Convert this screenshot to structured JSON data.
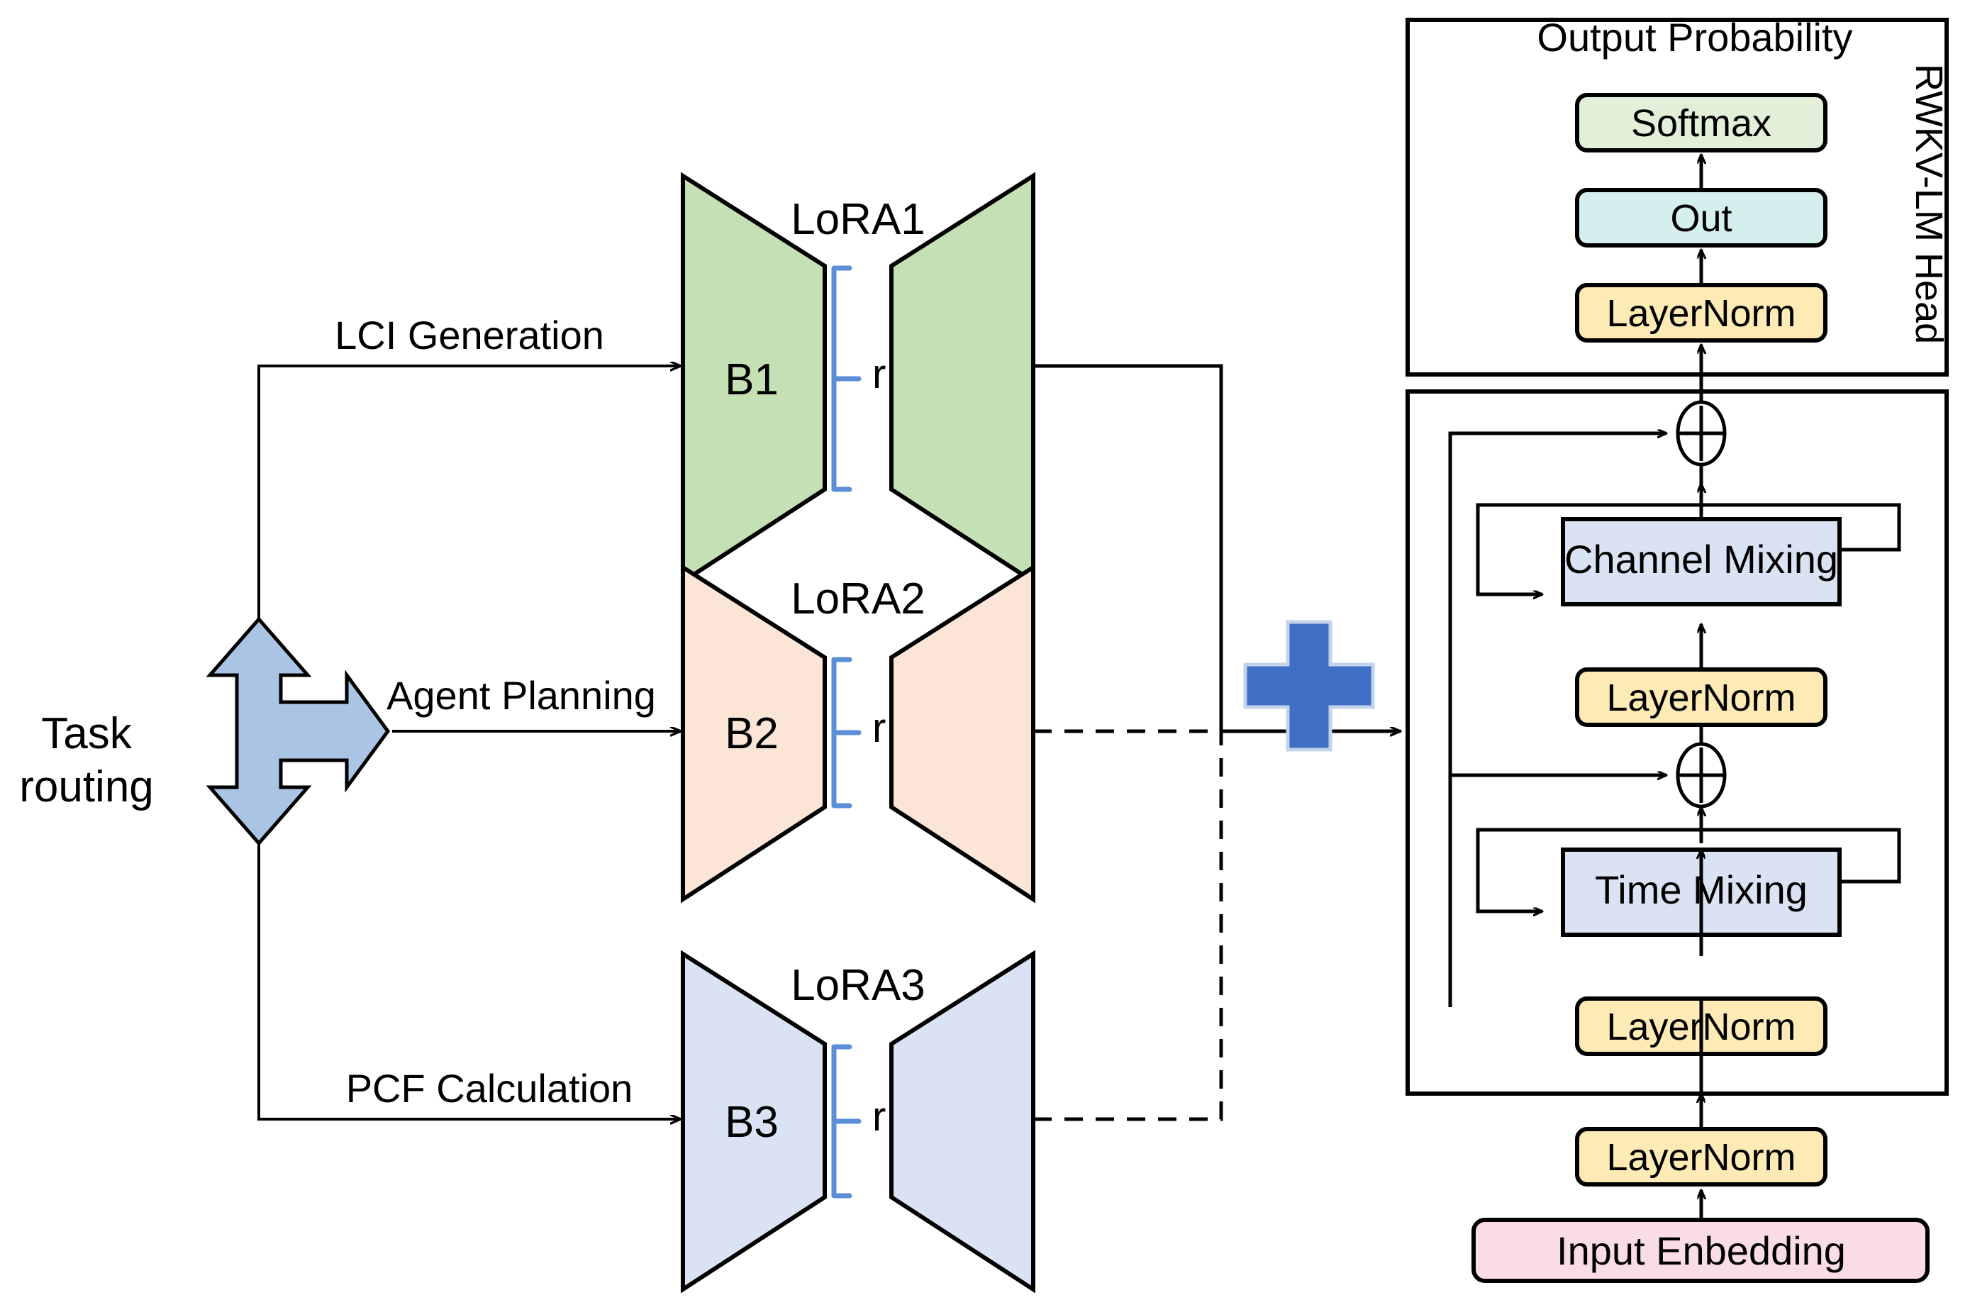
{
  "diagram": {
    "title_text_visible": false,
    "left_section": {
      "router": {
        "label_line1": "Task",
        "label_line2": "routing",
        "icon": "three-way-arrow",
        "fill": "#aac4e4",
        "stroke": "#000000"
      },
      "routes": [
        {
          "id": "route-1",
          "label": "LCI Generation"
        },
        {
          "id": "route-2",
          "label": "Agent Planning"
        },
        {
          "id": "route-3",
          "label": "PCF Calculation"
        }
      ],
      "lora_modules": [
        {
          "id": "lora1",
          "title": "LoRA1",
          "down_label": "B1",
          "rank_label": "r",
          "fill": "#c5e0b4",
          "stroke": "#000000",
          "bracket_color": "#5b8ed6"
        },
        {
          "id": "lora2",
          "title": "LoRA2",
          "down_label": "B2",
          "rank_label": "r",
          "fill": "#fbe5d6",
          "stroke": "#000000",
          "bracket_color": "#5b8ed6"
        },
        {
          "id": "lora3",
          "title": "LoRA3",
          "down_label": "B3",
          "rank_label": "r",
          "fill": "#dae3f3",
          "stroke": "#000000",
          "bracket_color": "#5b8ed6"
        }
      ]
    },
    "merge": {
      "icon": "plus-icon",
      "symbol": "+",
      "fill": "#3f6fc4",
      "stroke": "#c4d3ec"
    },
    "right_section": {
      "head_panel": {
        "caption": "Output Probability",
        "side_label": "RWKV-LM Head",
        "blocks": [
          {
            "id": "softmax",
            "label": "Softmax",
            "fill": "#e2efd9"
          },
          {
            "id": "out",
            "label": "Out",
            "fill": "#d5efee"
          },
          {
            "id": "head-layernorm",
            "label": "LayerNorm",
            "fill": "#fdeab4"
          }
        ]
      },
      "body_panel": {
        "blocks": [
          {
            "id": "channel-mixing",
            "label": "Channel Mixing",
            "fill": "#dae3f3"
          },
          {
            "id": "cm-layernorm",
            "label": "LayerNorm",
            "fill": "#fdeab4"
          },
          {
            "id": "time-mixing",
            "label": "Time Mixing",
            "fill": "#dae3f3"
          },
          {
            "id": "tm-layernorm",
            "label": "LayerNorm",
            "fill": "#fdeab4"
          }
        ],
        "adders": [
          {
            "id": "adder-top",
            "symbol": "+"
          },
          {
            "id": "adder-bottom",
            "symbol": "+"
          }
        ]
      },
      "embedding_stack": [
        {
          "id": "embed-layernorm",
          "label": "LayerNorm",
          "fill": "#fdeab4"
        },
        {
          "id": "input-embedding",
          "label": "Input Enbedding",
          "fill": "#fadce5"
        }
      ]
    },
    "colors": {
      "background": "#ffffff",
      "line": "#000000",
      "bracket_blue": "#5b8ed6",
      "router_blue": "#aac4e4",
      "plus_blue": "#3f6fc4"
    }
  }
}
